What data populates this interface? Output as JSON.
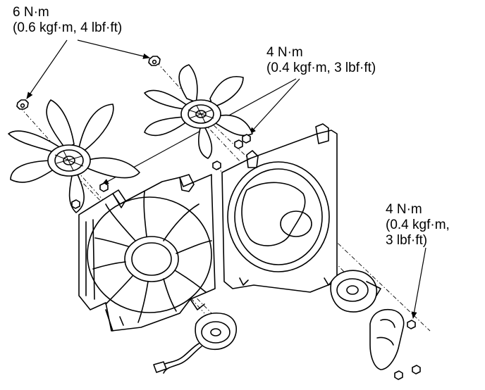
{
  "callouts": [
    {
      "line1": "6 N·m",
      "line2": "(0.6 kgf·m, 4 lbf·ft)"
    },
    {
      "line1": "4 N·m",
      "line2": "(0.4 kgf·m, 3 lbf·ft)"
    },
    {
      "line1": "4 N·m",
      "line2": "(0.4 kgf·m,",
      "line3": "3 lbf·ft)"
    }
  ]
}
